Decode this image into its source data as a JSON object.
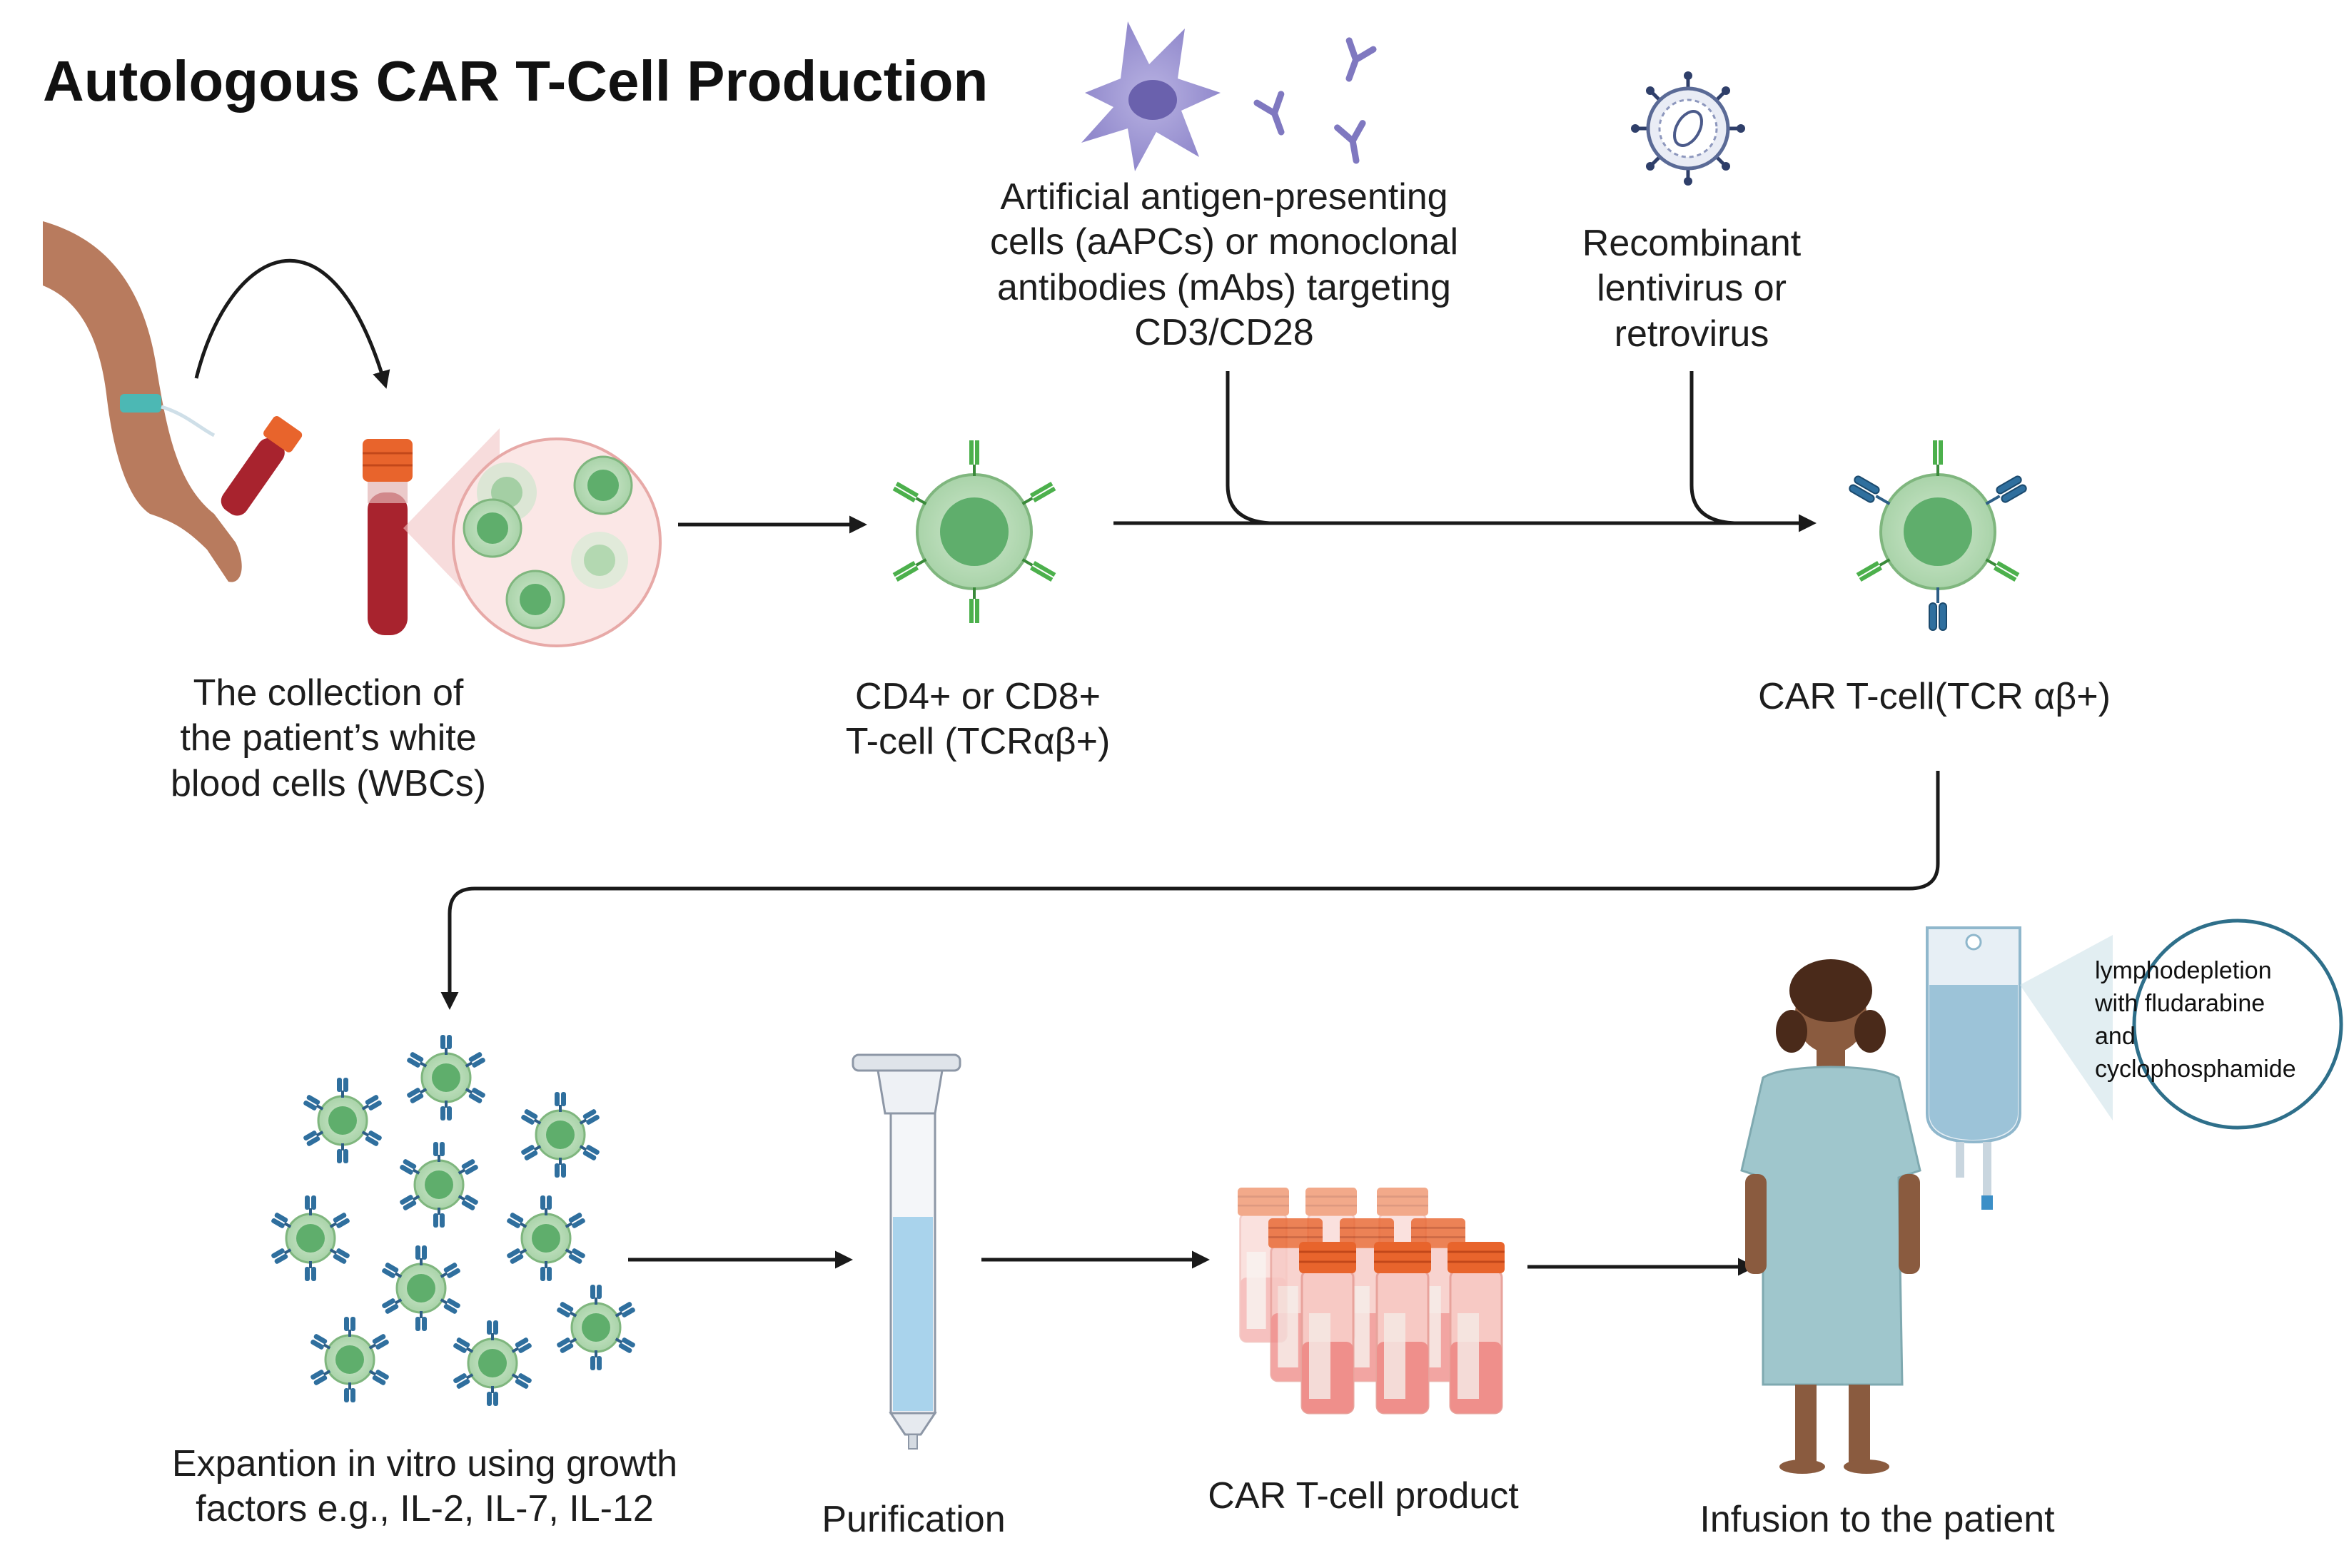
{
  "title": "Autologous CAR T-Cell Production",
  "labels": {
    "wbc": "The collection of\nthe patient’s white\nblood cells (WBCs)",
    "tcell": "CD4+ or CD8+\nT-cell (TCRαβ+)",
    "aapc": "Artificial antigen-presenting\ncells (aAPCs) or monoclonal\nantibodies (mAbs) targeting\nCD3/CD28",
    "virus": "Recombinant\nlentivirus or\nretrovirus",
    "car_tcell": "CAR T-cell(TCR αβ+)",
    "expansion": "Expantion in vitro using growth\nfactors e.g., IL-2, IL-7, IL-12",
    "purification": "Purification",
    "product": "CAR T-cell product",
    "infusion": "Infusion to the patient",
    "lymphodepletion": "lymphodepletion\nwith fludarabine\nand\ncyclophosphamide"
  },
  "colors": {
    "cell_fill": "#b9dcb8",
    "cell_nucleus": "#5fae6c",
    "receptor_green": "#4cb04c",
    "car_blue": "#2f6f9e",
    "blood_red": "#a8232e",
    "cap_orange": "#e8642c",
    "aapc_purple": "#8f86c9",
    "iv_blue": "#8fb7cc",
    "gown": "#9fc6cc",
    "arrow": "#1a1a1a"
  },
  "icons": [
    "arm-icon",
    "blood-tube-icon",
    "magnified-wbc-icon",
    "t-cell-icon",
    "aapc-icon",
    "antibody-icon",
    "virus-icon",
    "car-t-cell-icon",
    "cell-cluster-icon",
    "purification-column-icon",
    "product-vials-icon",
    "patient-icon",
    "iv-bag-icon"
  ]
}
